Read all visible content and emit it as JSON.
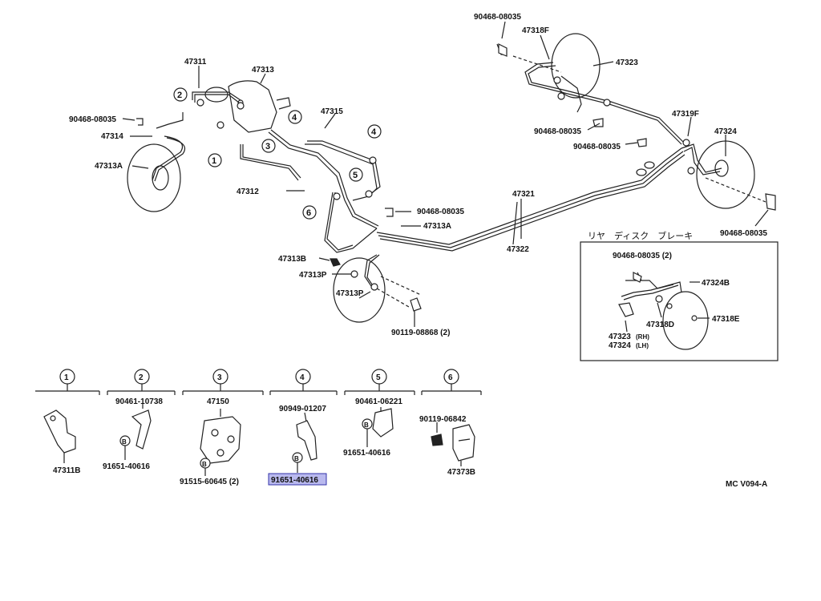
{
  "labels": {
    "l_90468_08035_a": "90468-08035",
    "l_47318f": "47318F",
    "l_47323": "47323",
    "l_47311": "47311",
    "l_47313": "47313",
    "l_47315": "47315",
    "l_90468_08035_b": "90468-08035",
    "l_47314": "47314",
    "l_47313a": "47313A",
    "l_47312": "47312",
    "l_90468_08035_c": "90468-08035",
    "l_47313a_2": "47313A",
    "l_47321": "47321",
    "l_47322": "47322",
    "l_47313b": "47313B",
    "l_47313p": "47313P",
    "l_47313p_2": "47313P",
    "l_90119_08868": "90119-08868 (2)",
    "l_90468_08035_d": "90468-08035",
    "l_90468_08035_e": "90468-08035",
    "l_47319f": "47319F",
    "l_47324": "47324",
    "l_90468_08035_f": "90468-08035"
  },
  "inset": {
    "title": "リヤ　ディスク　ブレーキ",
    "l_90468_08035": "90468-08035 (2)",
    "l_47324b": "47324B",
    "l_47318d": "47318D",
    "l_47318e": "47318E",
    "l_47323": "47323",
    "l_rh": "(RH)",
    "l_47324": "47324",
    "l_lh": "(LH)"
  },
  "callouts": {
    "c1": "1",
    "c2": "2",
    "c3": "3",
    "c4": "4",
    "c5": "5",
    "c6": "6"
  },
  "groups": [
    {
      "num": "1",
      "parts": [
        "47311B"
      ]
    },
    {
      "num": "2",
      "parts": [
        "90461-10738",
        "91651-40616"
      ]
    },
    {
      "num": "3",
      "parts": [
        "47150",
        "91515-60645 (2)"
      ]
    },
    {
      "num": "4",
      "parts": [
        "90949-01207",
        "91651-40616"
      ]
    },
    {
      "num": "5",
      "parts": [
        "90461-06221",
        "91651-40616"
      ]
    },
    {
      "num": "6",
      "parts": [
        "90119-06842",
        "47373B"
      ]
    }
  ],
  "bolt_letter": "B",
  "highlight_part": "91651-40616",
  "code": "MC V094-A",
  "colors": {
    "highlight_fill": "#b9b9ee",
    "highlight_border": "#3333aa",
    "line": "#222222"
  }
}
